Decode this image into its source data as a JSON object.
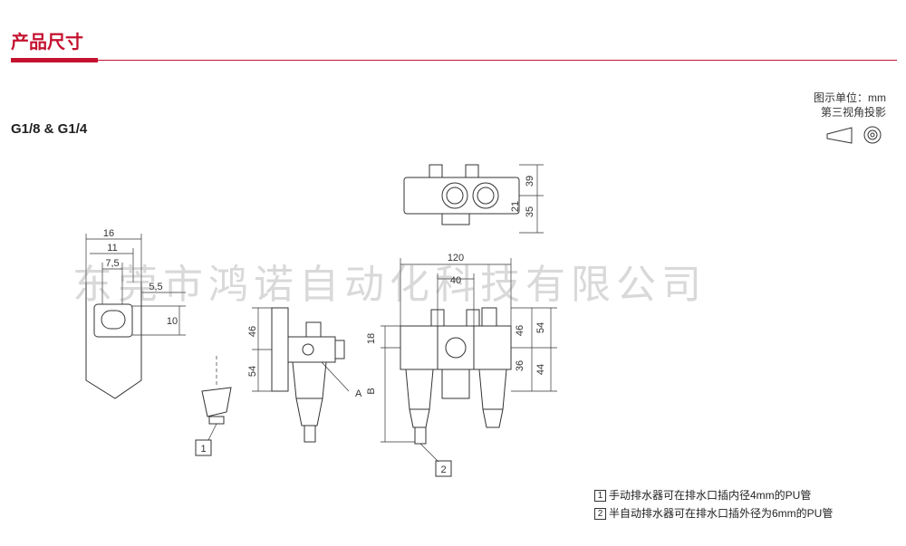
{
  "header": {
    "title": "产品尺寸",
    "subtitle": "G1/8 & G1/4",
    "units_line1": "图示单位：mm",
    "units_line2": "第三视角投影",
    "accent_color": "#c4122f"
  },
  "dimensions": {
    "d16": "16",
    "d11": "11",
    "d75": "7,5",
    "d55": "5,5",
    "d10": "10",
    "d46a": "46",
    "d54a": "54",
    "dA": "A",
    "d39": "39",
    "d21": "21",
    "d35": "35",
    "d120": "120",
    "d40": "40",
    "d18": "18",
    "dB": "B",
    "d46b": "46",
    "d54b": "54",
    "d36": "36",
    "d44": "44",
    "c1": "1",
    "c2": "2"
  },
  "notes": [
    {
      "num": "1",
      "text": "手动排水器可在排水口插内径4mm的PU管"
    },
    {
      "num": "2",
      "text": "半自动排水器可在排水口插外径为6mm的PU管"
    }
  ],
  "watermark": "东莞市鸿诺自动化科技有限公司"
}
